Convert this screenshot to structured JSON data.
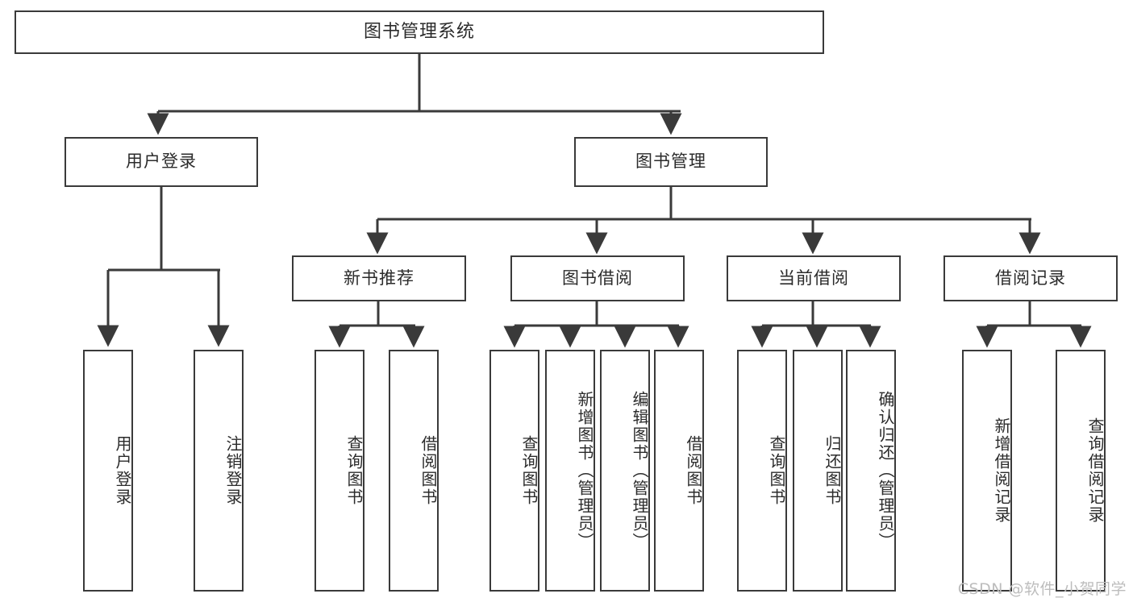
{
  "diagram": {
    "type": "tree",
    "title": "图书管理系统",
    "watermark": "CSDN @软件_小贺同学",
    "colors": {
      "stroke": "#3a3a3a",
      "text": "#2b2b2b",
      "background": "#ffffff",
      "watermark": "#bdbdbd"
    },
    "levels": {
      "root": {
        "label": "图书管理系统"
      },
      "level2": [
        {
          "label": "用户登录"
        },
        {
          "label": "图书管理"
        }
      ],
      "level3": [
        {
          "label": "新书推荐"
        },
        {
          "label": "图书借阅"
        },
        {
          "label": "当前借阅"
        },
        {
          "label": "借阅记录"
        }
      ],
      "leaves": [
        {
          "label": "用户登录",
          "parent": "用户登录"
        },
        {
          "label": "注销登录",
          "parent": "用户登录"
        },
        {
          "label": "查询图书",
          "parent": "新书推荐"
        },
        {
          "label": "借阅图书",
          "parent": "新书推荐"
        },
        {
          "label": "查询图书",
          "parent": "图书借阅"
        },
        {
          "label": "新增图书（管理员）",
          "parent": "图书借阅"
        },
        {
          "label": "编辑图书（管理员）",
          "parent": "图书借阅"
        },
        {
          "label": "借阅图书",
          "parent": "图书借阅"
        },
        {
          "label": "查询图书",
          "parent": "当前借阅"
        },
        {
          "label": "归还图书",
          "parent": "当前借阅"
        },
        {
          "label": "确认归还（管理员）",
          "parent": "当前借阅"
        },
        {
          "label": "新增借阅记录",
          "parent": "借阅记录"
        },
        {
          "label": "查询借阅记录",
          "parent": "借阅记录"
        }
      ]
    }
  }
}
